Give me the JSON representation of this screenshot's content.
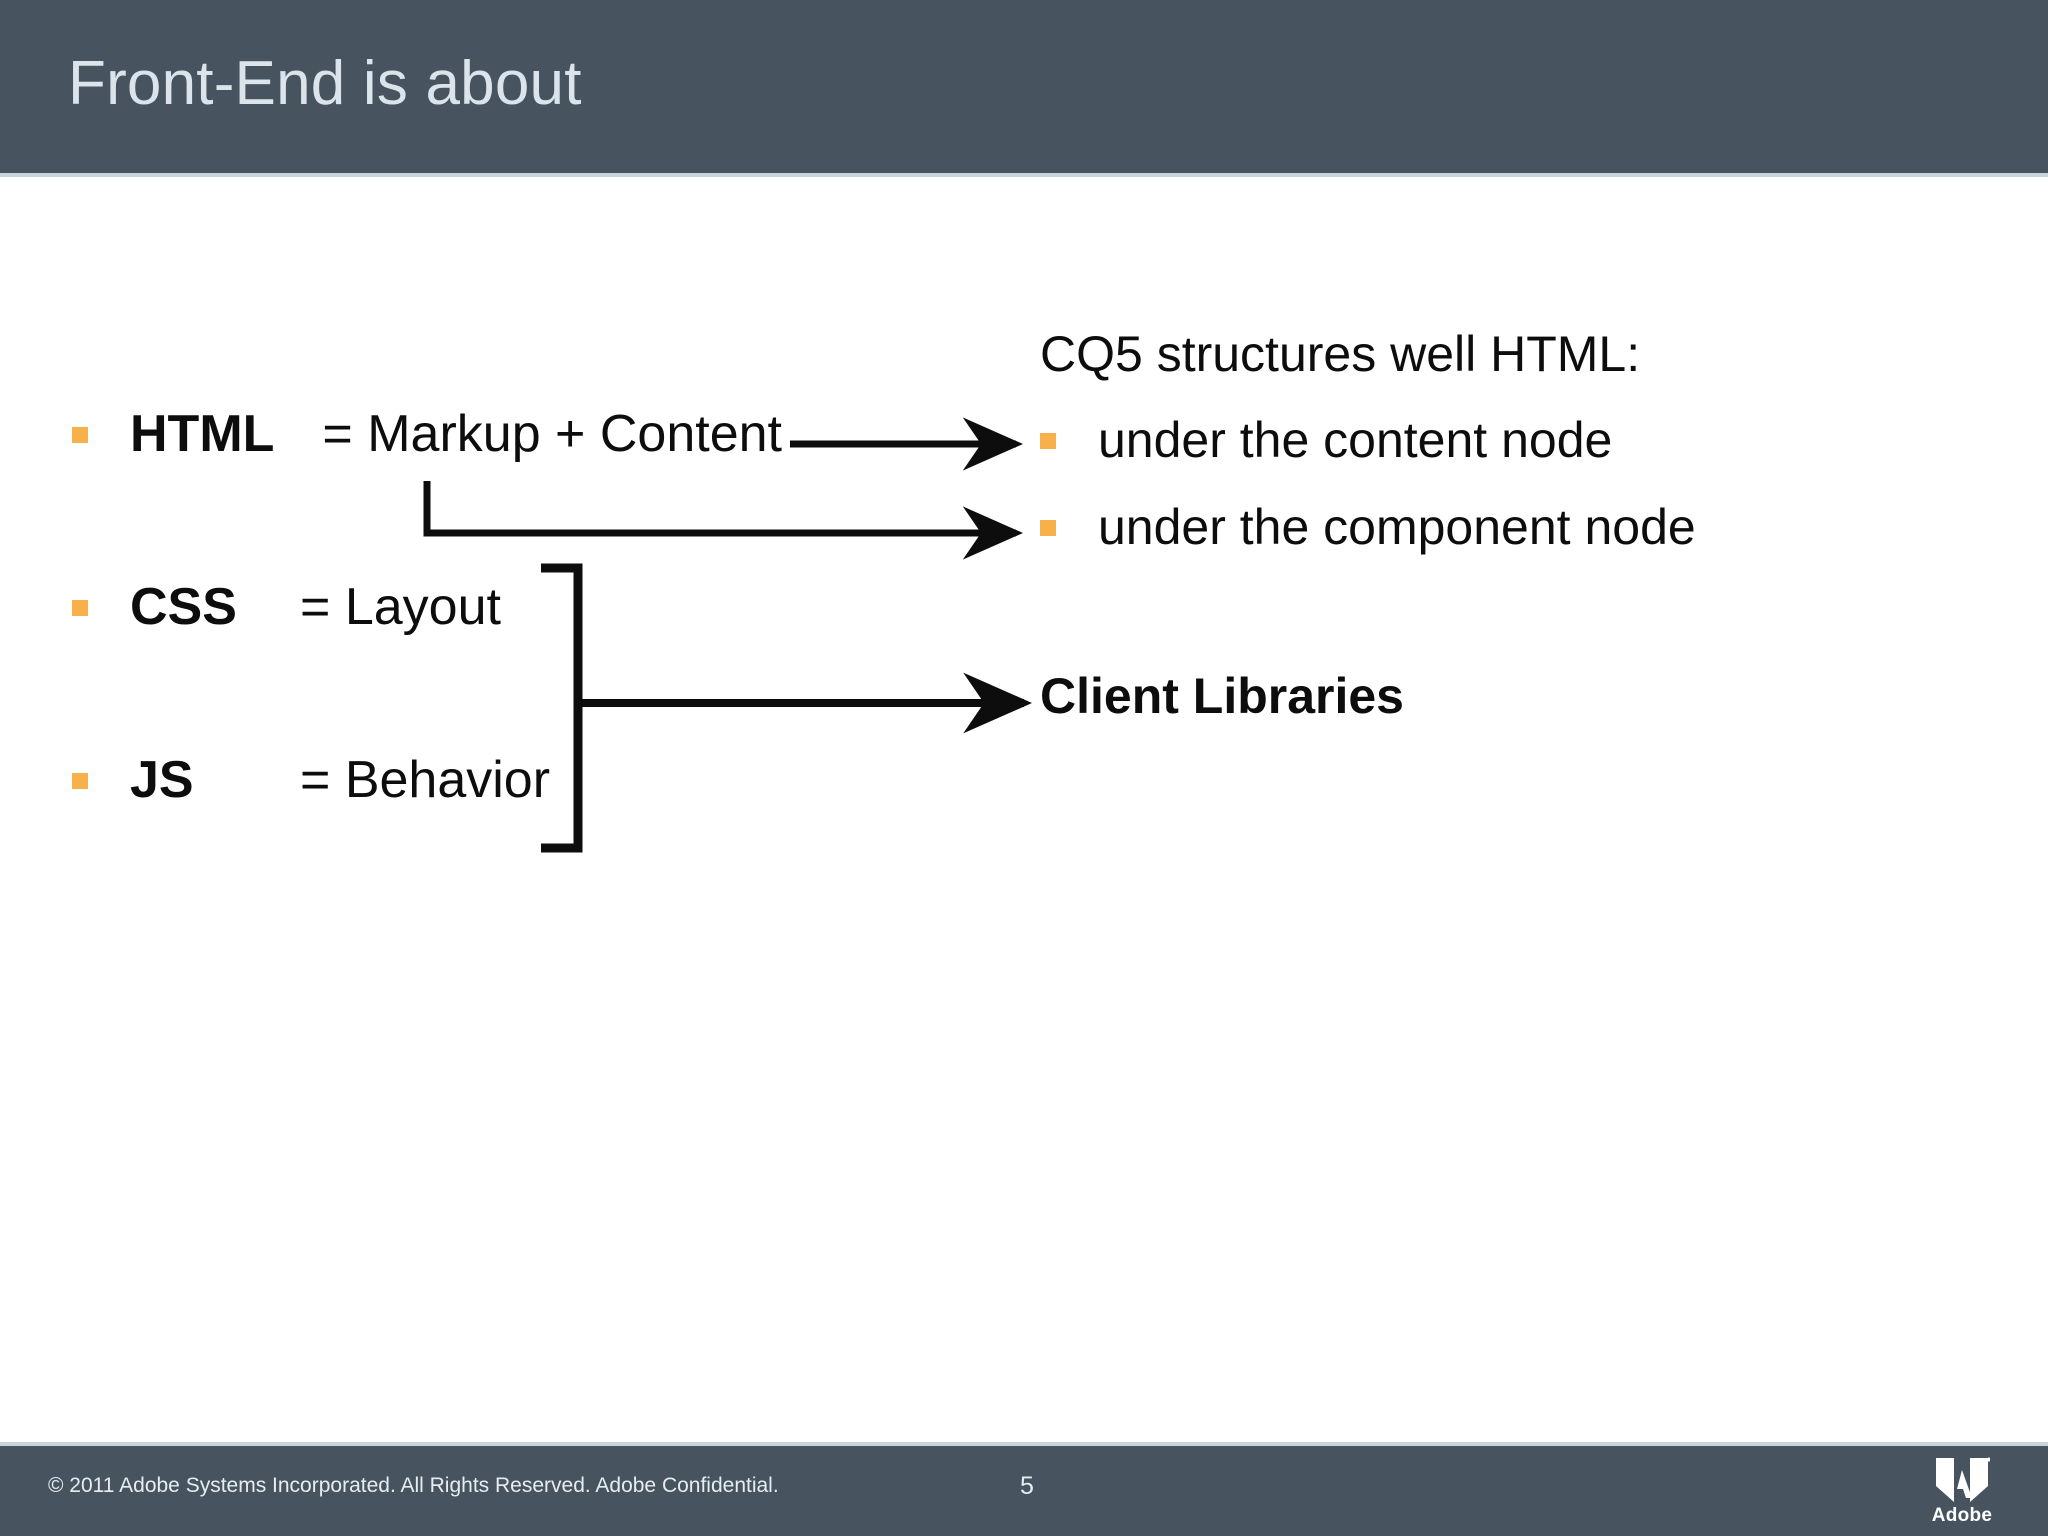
{
  "header": {
    "title": "Front-End is about",
    "background_color": "#475460",
    "title_color": "#dbe4ea"
  },
  "theme": {
    "bullet_color": "#f7b04a",
    "text_color": "#0d0d0d",
    "band_color": "#475460",
    "rule_color": "#c9d3da",
    "page_background": "#ffffff"
  },
  "left_column": {
    "rows": [
      {
        "term": "HTML",
        "definition": "= Markup + Content"
      },
      {
        "term": "CSS",
        "definition": "= Layout"
      },
      {
        "term": "JS",
        "definition": "= Behavior"
      }
    ]
  },
  "right_column": {
    "heading": "CQ5 structures well HTML:",
    "items": [
      {
        "label": "under the content node"
      },
      {
        "label": "under the component node"
      }
    ],
    "callout": "Client Libraries"
  },
  "footer": {
    "copyright": "© 2011 Adobe Systems Incorporated.  All Rights Reserved.  Adobe Confidential.",
    "page_number": "5",
    "logo_word": "Adobe"
  }
}
